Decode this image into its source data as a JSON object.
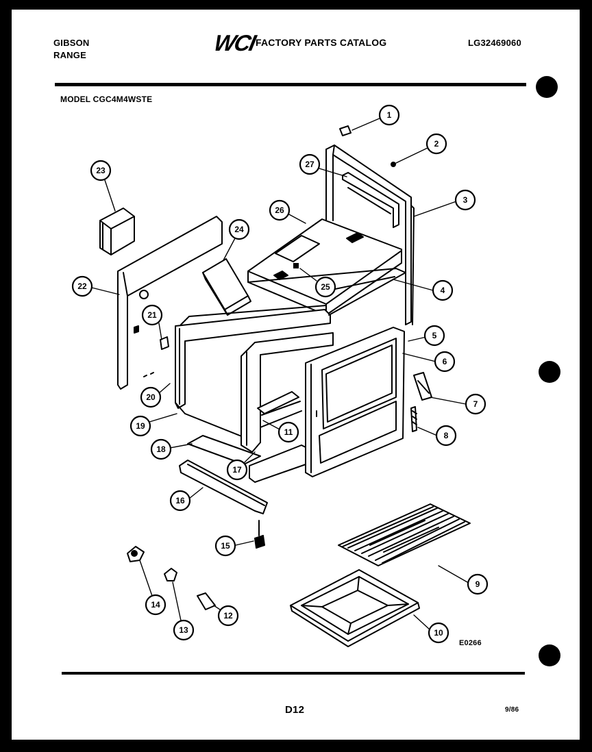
{
  "header": {
    "brand_line1": "GIBSON",
    "brand_line2": "RANGE",
    "logo_text": "WCI",
    "catalog_title": "FACTORY PARTS CATALOG",
    "catalog_number": "LG32469060"
  },
  "model_label": "MODEL CGC4M4WSTE",
  "callouts": [
    "1",
    "2",
    "3",
    "4",
    "5",
    "6",
    "7",
    "8",
    "9",
    "10",
    "11",
    "12",
    "13",
    "14",
    "15",
    "16",
    "17",
    "18",
    "19",
    "20",
    "21",
    "22",
    "23",
    "24",
    "25",
    "26",
    "27"
  ],
  "figure_code": "E0266",
  "footer": {
    "page_code": "D12",
    "date_code": "9/86"
  }
}
